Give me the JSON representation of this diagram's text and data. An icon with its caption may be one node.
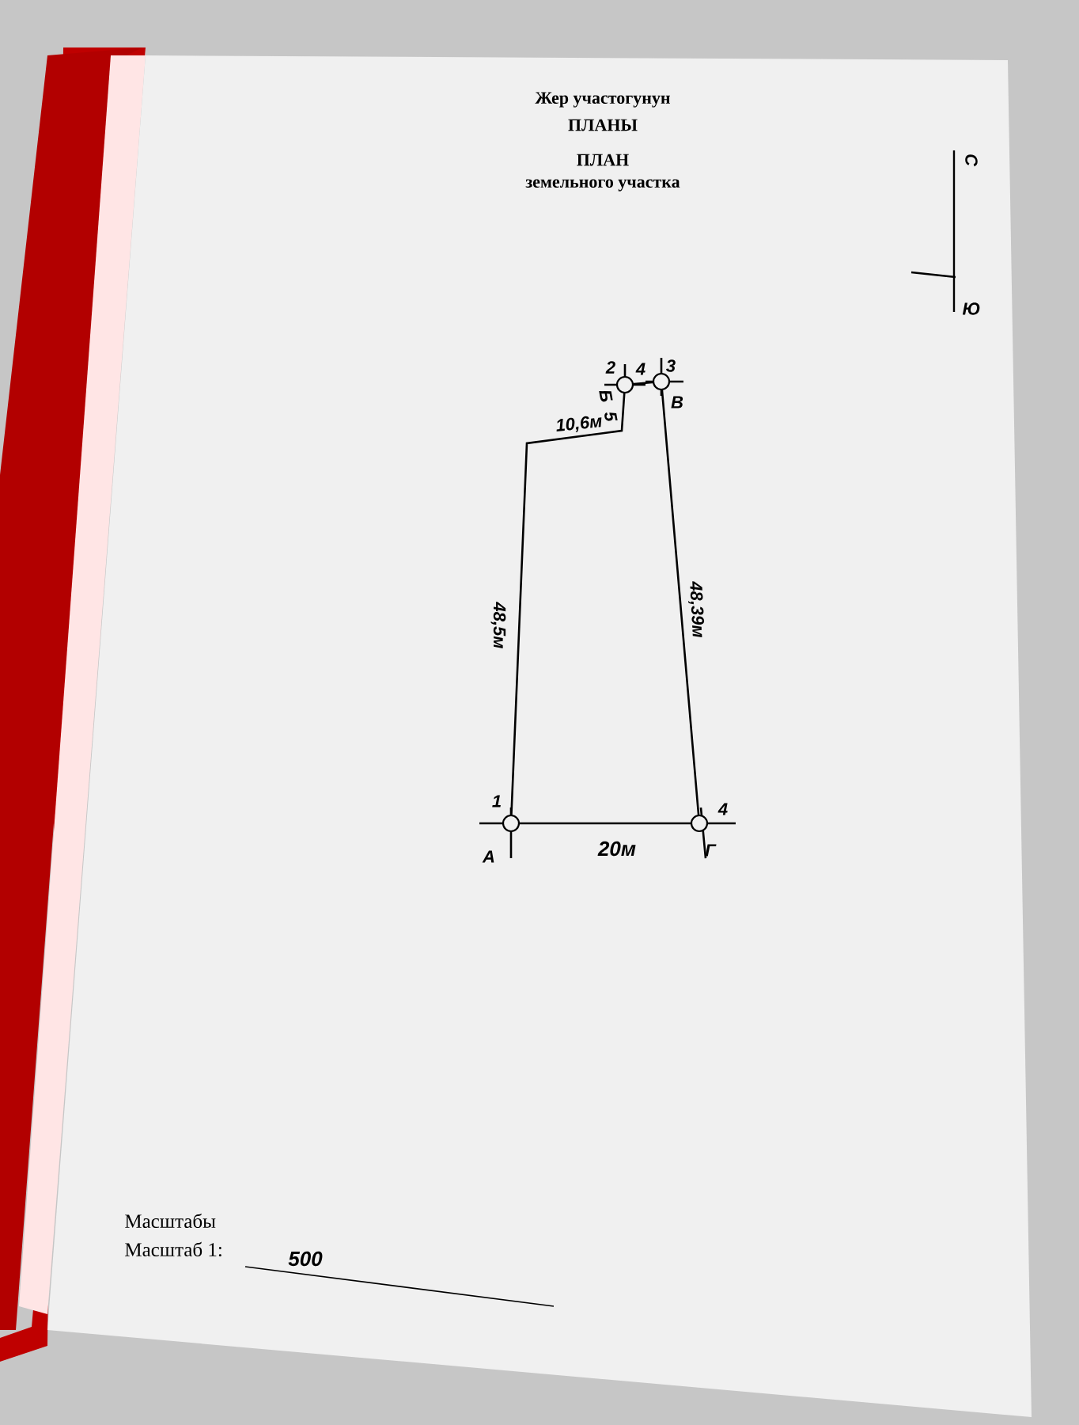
{
  "diagram": {
    "labels": [
      "Жер участогунун",
      "ПЛАНЫ",
      "ПЛАН",
      "земельного участка",
      "С",
      "Ю",
      "2",
      "4",
      "3",
      "Б",
      "5",
      "В",
      "10,6м",
      "48,5м",
      "48,39м",
      "1",
      "4",
      "А",
      "20м",
      "Г",
      "Масштабы",
      "Масштаб 1:",
      "500"
    ]
  }
}
